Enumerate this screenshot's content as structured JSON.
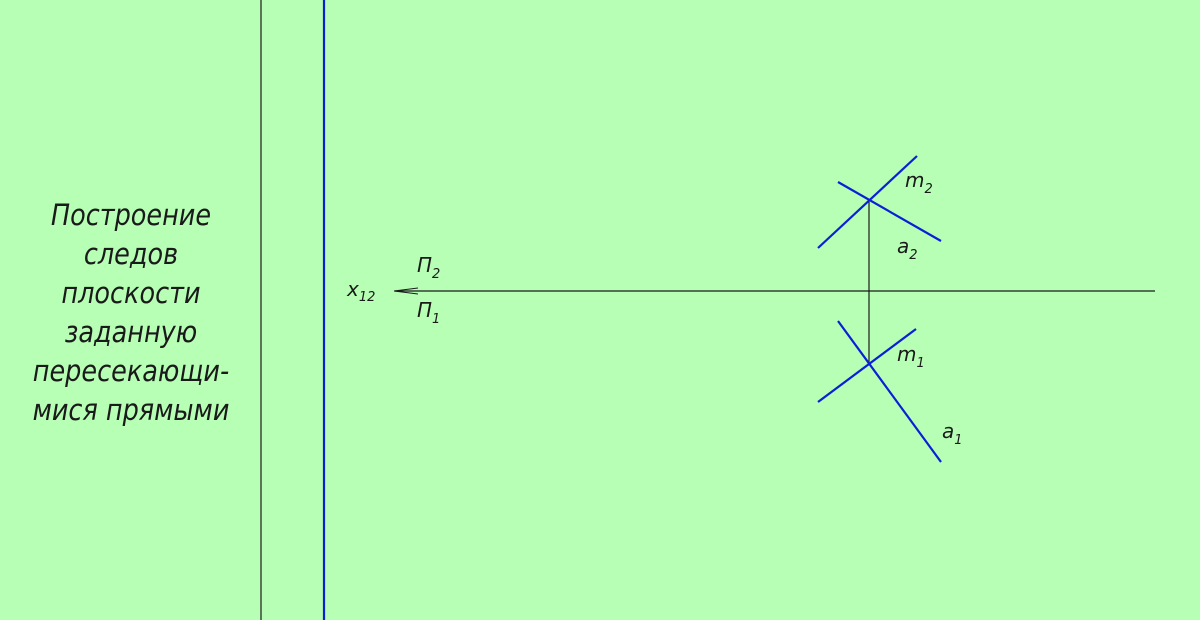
{
  "title": {
    "lines": [
      "Построение",
      "следов",
      "плоскости",
      "заданную",
      "пересекающи-",
      "мися прямыми"
    ]
  },
  "labels": {
    "axis": {
      "base": "x",
      "sub": "12"
    },
    "plane_upper": {
      "base": "П",
      "sub": "2"
    },
    "plane_lower": {
      "base": "П",
      "sub": "1"
    },
    "line_m2": {
      "base": "m",
      "sub": "2"
    },
    "line_a2": {
      "base": "a",
      "sub": "2"
    },
    "line_m1": {
      "base": "m",
      "sub": "1"
    },
    "line_a1": {
      "base": "a",
      "sub": "1"
    }
  },
  "colors": {
    "background": "#b6ffb4",
    "construction": "#1a1a1a",
    "given_lines": "#0a1fd6"
  }
}
